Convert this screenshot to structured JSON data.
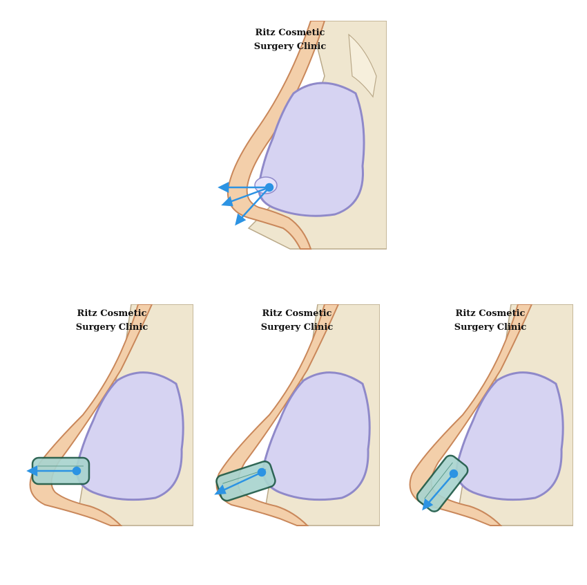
{
  "panels": [
    {
      "id": "top",
      "caption": [
        "Ritz Cosmetic",
        "Surgery Clinic"
      ],
      "indicator": "vector-fan"
    },
    {
      "id": "bottom-left",
      "caption": [
        "Ritz Cosmetic",
        "Surgery Clinic"
      ],
      "indicator": "implant-horizontal"
    },
    {
      "id": "bottom-middle",
      "caption": [
        "Ritz Cosmetic",
        "Surgery Clinic"
      ],
      "indicator": "implant-angled"
    },
    {
      "id": "bottom-right",
      "caption": [
        "Ritz Cosmetic",
        "Surgery Clinic"
      ],
      "indicator": "implant-steep"
    }
  ],
  "colors": {
    "skin": "#f3cfaa",
    "skin_edge": "#c9875a",
    "bone": "#efe6cf",
    "bone_edge": "#b9a888",
    "cavity": "#d6d3f2",
    "cavity_edge": "#8f89c9",
    "arrow": "#2c93e3",
    "implant_fill": "#a9d4cf",
    "implant_edge": "#1f5b48"
  }
}
